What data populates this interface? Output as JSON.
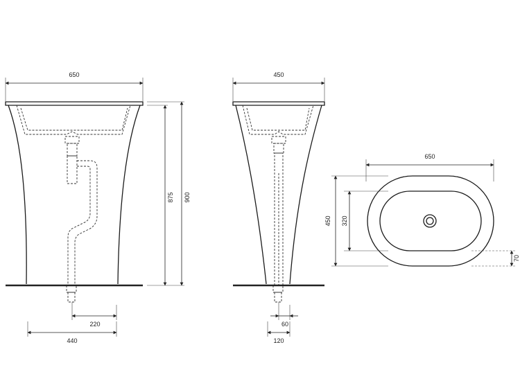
{
  "front_view": {
    "width_top": "650",
    "height_bowl": "875",
    "height_total": "900",
    "drain_offset": "220",
    "base_width": "440"
  },
  "side_view": {
    "width_top": "450",
    "drain_offset": "60",
    "base_width": "120"
  },
  "top_view": {
    "length": "650",
    "depth": "450",
    "basin_depth": "320",
    "rim_height": "70"
  }
}
